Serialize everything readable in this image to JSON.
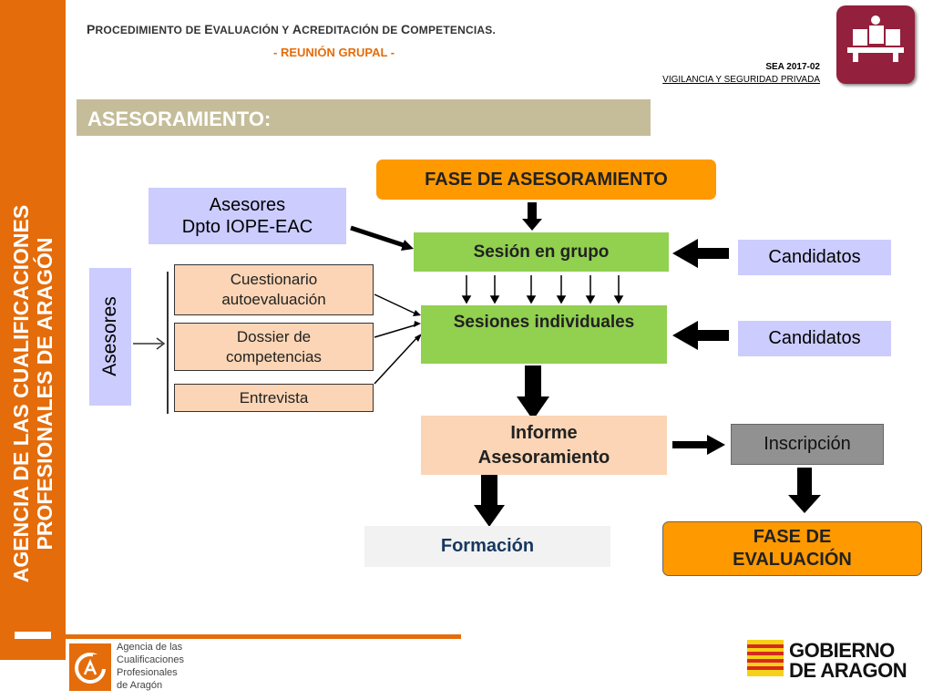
{
  "sidebar": {
    "line1": "AGENCIA DE LAS CUALIFICACIONES",
    "line2": "PROFESIONALES DE ARAGÓN"
  },
  "header": {
    "title_P": "P",
    "title_1": "ROCEDIMIENTO DE ",
    "title_E": "E",
    "title_2": "VALUACIÓN Y ",
    "title_A": "A",
    "title_3": "CREDITACIÓN DE ",
    "title_C": "C",
    "title_4": "OMPETENCIAS.",
    "subtitle": "- REUNIÓN GRUPAL -",
    "code": "SEA 2017-02",
    "qualification": "VIGILANCIA Y SEGURIDAD PRIVADA"
  },
  "section_title": "ASESORAMIENTO:",
  "diagram": {
    "fase_asesoramiento": "FASE DE ASESORAMIENTO",
    "asesores_dpto_1": "Asesores",
    "asesores_dpto_2": "Dpto IOPE-EAC",
    "sesion_grupo": "Sesión en grupo",
    "sesiones_individuales": "Sesiones individuales",
    "candidatos_1": "Candidatos",
    "candidatos_2": "Candidatos",
    "asesores": "Asesores",
    "cuestionario_1": "Cuestionario",
    "cuestionario_2": "autoevaluación",
    "dossier_1": "Dossier de",
    "dossier_2": "competencias",
    "entrevista": "Entrevista",
    "informe_1": "Informe",
    "informe_2": "Asesoramiento",
    "inscripcion": "Inscripción",
    "formacion": "Formación",
    "fase_evaluacion_1": "FASE DE",
    "fase_evaluacion_2": "EVALUACIÓN"
  },
  "footer": {
    "agency_1": "Agencia de las",
    "agency_2": "Cualificaciones",
    "agency_3": "Profesionales",
    "agency_4": "de Aragón",
    "gov_1": "GOBIERNO",
    "gov_2": "DE ARAGON"
  },
  "colors": {
    "brand_orange": "#e46c0a",
    "phase_orange": "#ff9900",
    "green": "#92d050",
    "lavender": "#ccccff",
    "peach": "#fbd5b5"
  }
}
